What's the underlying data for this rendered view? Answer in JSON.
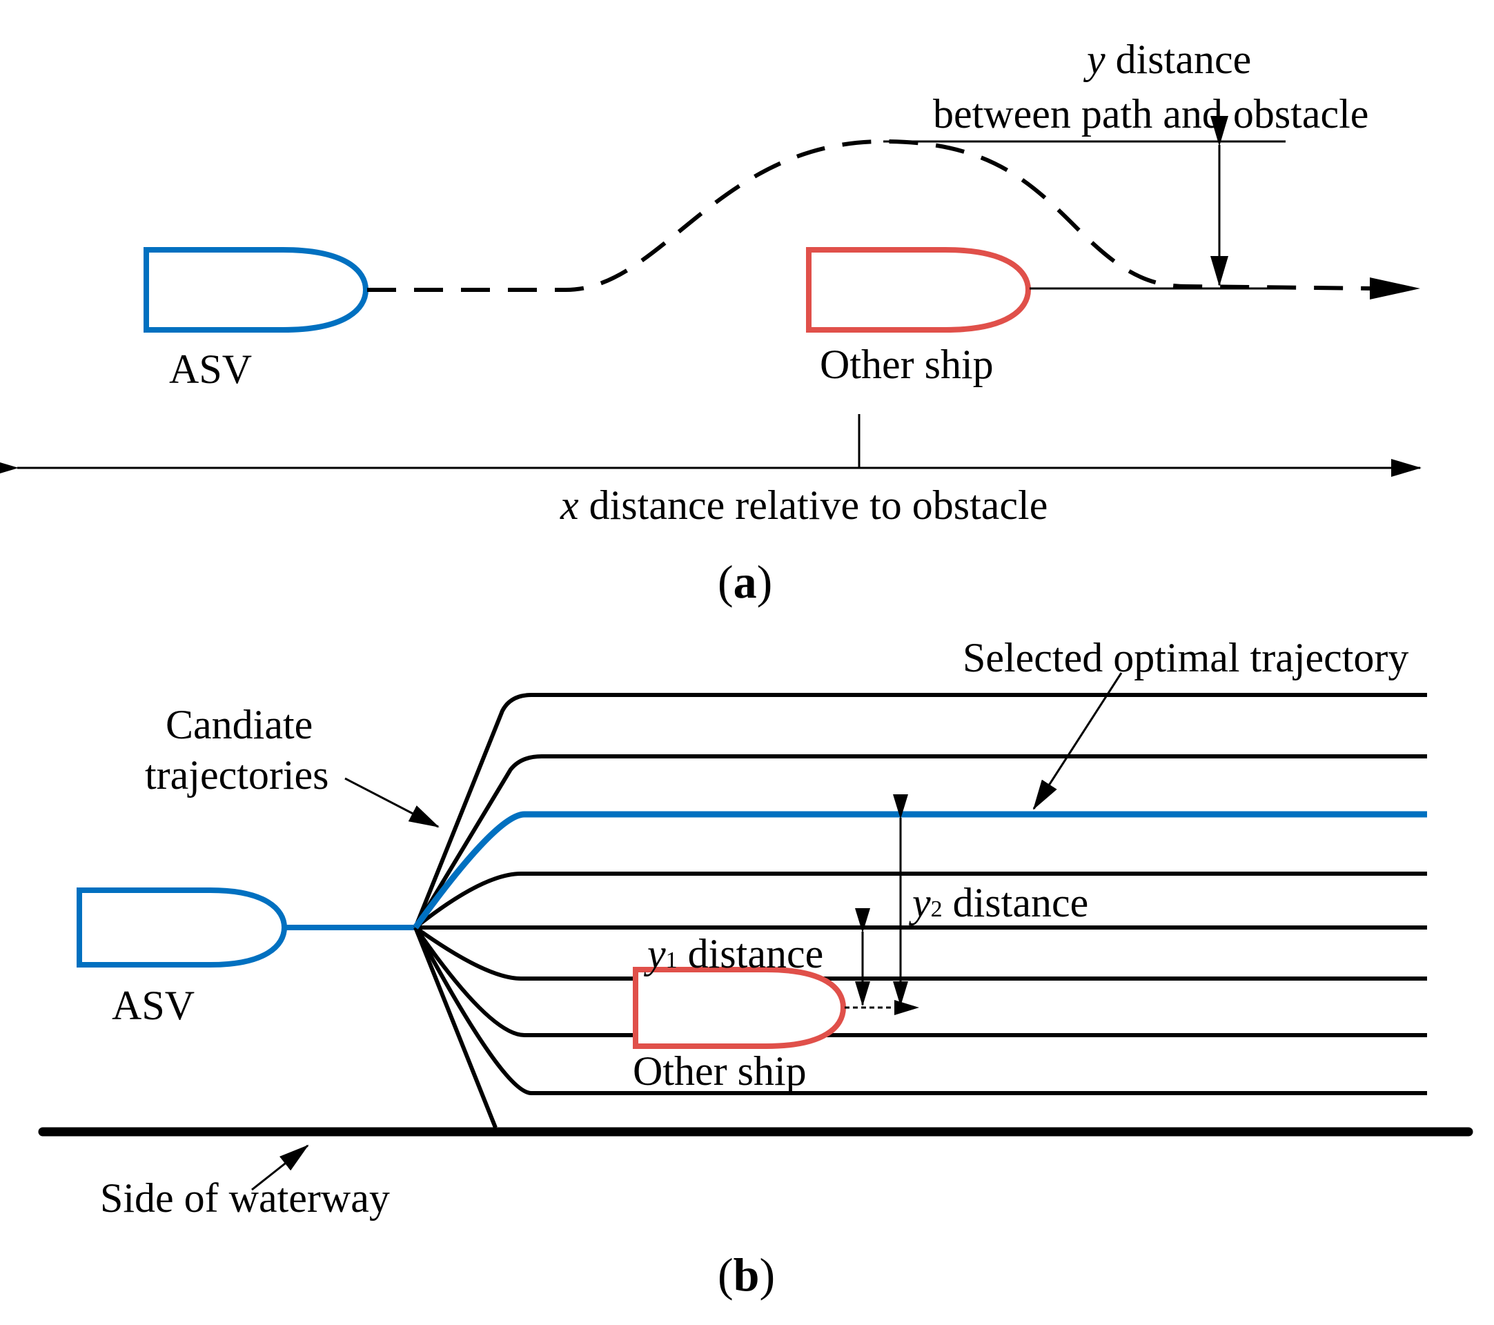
{
  "colors": {
    "asv": "#0070C0",
    "other_ship": "#E0504A",
    "line": "#000000",
    "selected": "#0070C0"
  },
  "panel_a": {
    "asv_label": "ASV",
    "other_label": "Other ship",
    "y_var": "y",
    "y_text_1": " distance",
    "y_text_2": "between path and obstacle",
    "x_var": "x",
    "x_text": " distance relative to obstacle",
    "caption_open": "(",
    "caption_letter": "a",
    "caption_close": ")"
  },
  "panel_b": {
    "candidate_line1": "Candiate",
    "candidate_line2": "trajectories",
    "selected_label": "Selected optimal trajectory",
    "y2_var": "y",
    "y2_sub": "2",
    "y2_text": " distance",
    "y1_var": "y",
    "y1_sub": "1",
    "y1_text": " distance",
    "asv_label": "ASV",
    "other_label": "Other ship",
    "waterway_label": "Side of waterway",
    "caption_open": "(",
    "caption_letter": "b",
    "caption_close": ")"
  }
}
